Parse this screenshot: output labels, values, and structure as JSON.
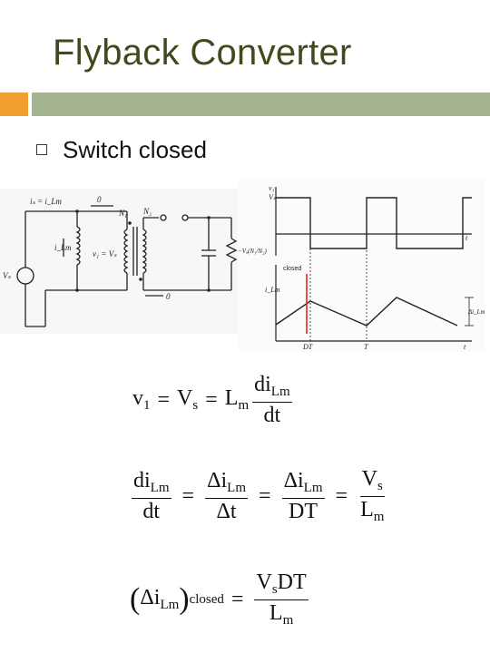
{
  "title": "Flyback Converter",
  "bullet": "Switch closed",
  "circuit": {
    "is_label": "iₛ = i_Lm",
    "zero_top": "0",
    "n1": "N₁",
    "n2": "N₂",
    "vs": "Vₛ",
    "v1": "v₁ = Vₛ",
    "ilm": "i_Lm",
    "zero_bottom": "0"
  },
  "waveform": {
    "v1_label": "v₁",
    "vs_label": "Vₛ",
    "neg_label": "−Vₒ(N₁/N₂)",
    "closed_label": "closed",
    "ilm_label": "i_Lm",
    "delta_label": "Δi_Lm",
    "t_dt": "DT",
    "t_T": "T",
    "t_axis": "t"
  },
  "equations": {
    "eq1": {
      "lhs_main": "v",
      "lhs_sub": "1",
      "mid_main": "V",
      "mid_sub": "s",
      "rhs_main": "L",
      "rhs_sub": "m",
      "num_main": "di",
      "num_sub": "Lm",
      "den": "dt"
    },
    "eq2": {
      "f1_num_main": "di",
      "f1_num_sub": "Lm",
      "f1_den": "dt",
      "f2_num_main": "Δi",
      "f2_num_sub": "Lm",
      "f2_den": "Δt",
      "f3_num_main": "Δi",
      "f3_num_sub": "Lm",
      "f3_den": "DT",
      "f4_num_main": "V",
      "f4_num_sub": "s",
      "f4_den_main": "L",
      "f4_den_sub": "m"
    },
    "eq3": {
      "paren_main": "Δi",
      "paren_sub": "Lm",
      "closed_sub": "closed",
      "num_main": "V",
      "num_sub": "s",
      "num_tail": "DT",
      "den_main": "L",
      "den_sub": "m"
    }
  }
}
